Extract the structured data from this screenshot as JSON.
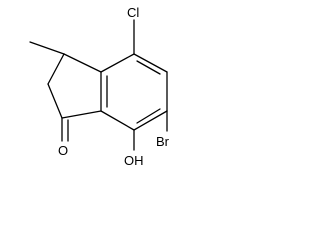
{
  "molecule": {
    "atoms": {
      "cl": "Cl",
      "br": "Br",
      "oxo": "O",
      "hydroxy": "OH"
    }
  },
  "colors": {
    "bond": "#000000",
    "text": "#000000",
    "background": "#ffffff"
  }
}
